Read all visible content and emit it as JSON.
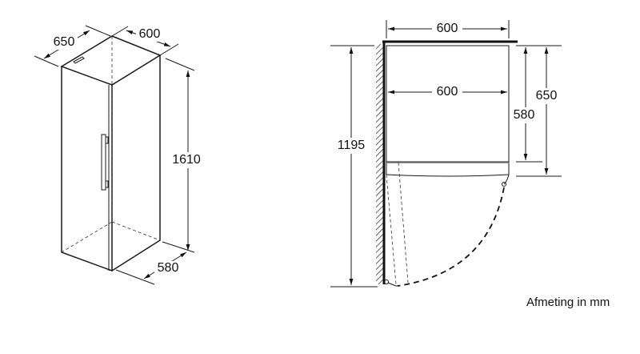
{
  "isometric_view": {
    "depth_with_door": "650",
    "width": "600",
    "height": "1610",
    "depth_body": "580"
  },
  "top_view": {
    "width_outer": "600",
    "width_inner": "600",
    "door_open_clearance": "1195",
    "depth_body": "580",
    "depth_with_door": "650"
  },
  "unit_note": "Afmeting in mm"
}
